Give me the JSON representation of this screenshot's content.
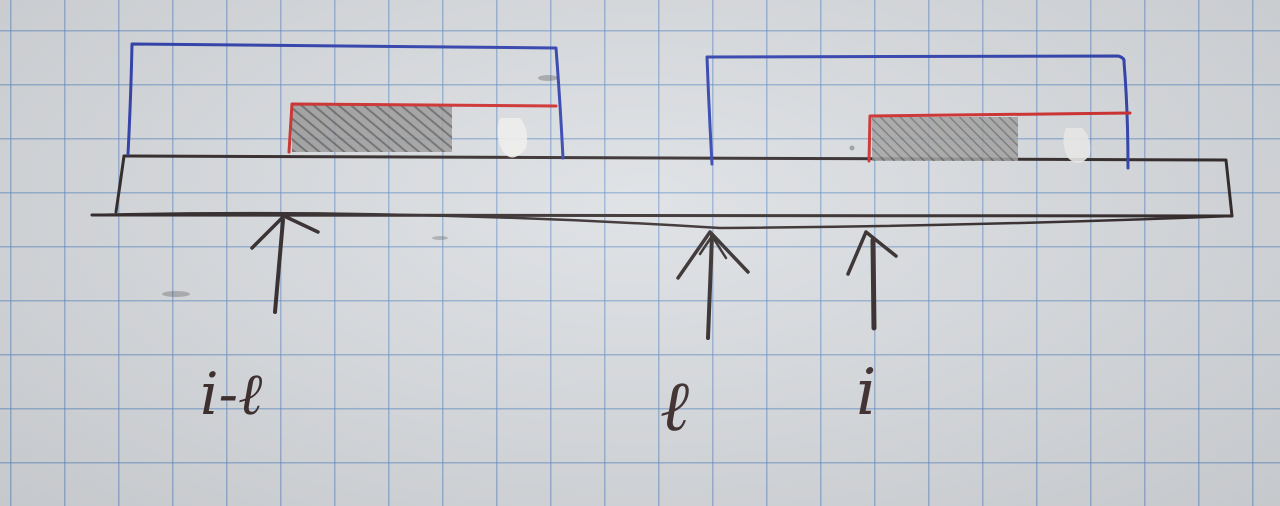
{
  "labels": {
    "left_pointer": "i-ℓ",
    "middle_pointer": "ℓ",
    "right_pointer": "i"
  },
  "colors": {
    "paper": "#dcdfe3",
    "grid": "#6a8cc8",
    "window_outline": "#2e3fb0",
    "segment_outline": "#d22a2a",
    "shading": "#6b6b6b",
    "ink": "#2f2626",
    "correction_fluid": "#f2f2f0"
  }
}
